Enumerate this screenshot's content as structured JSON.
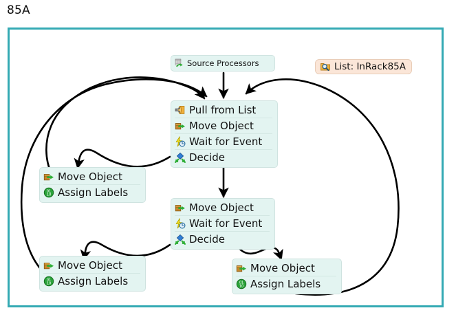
{
  "diagram": {
    "title": "85A",
    "frame_color": "#34aab4",
    "node_fill": "#e3f4f1",
    "badge_fill": "#fbe6d8",
    "edge_color": "#000000"
  },
  "badge": {
    "icon": "search-folder-icon",
    "label": "List: InRack85A"
  },
  "source": {
    "icon": "table-export-icon",
    "label": "Source Processors"
  },
  "nodes": [
    {
      "id": "pull-block",
      "rows": [
        {
          "icon": "pull-from-list-icon",
          "label": "Pull from List"
        },
        {
          "icon": "move-object-icon",
          "label": "Move Object"
        },
        {
          "icon": "wait-for-event-icon",
          "label": "Wait for Event"
        },
        {
          "icon": "decide-icon",
          "label": "Decide"
        }
      ]
    },
    {
      "id": "move-wait-decide-block",
      "rows": [
        {
          "icon": "move-object-icon",
          "label": "Move Object"
        },
        {
          "icon": "wait-for-event-icon",
          "label": "Wait for Event"
        },
        {
          "icon": "decide-icon",
          "label": "Decide"
        }
      ]
    },
    {
      "id": "assign-block-upper-left",
      "rows": [
        {
          "icon": "move-object-icon",
          "label": "Move Object"
        },
        {
          "icon": "assign-labels-icon",
          "label": "Assign Labels"
        }
      ]
    },
    {
      "id": "assign-block-lower-left",
      "rows": [
        {
          "icon": "move-object-icon",
          "label": "Move Object"
        },
        {
          "icon": "assign-labels-icon",
          "label": "Assign Labels"
        }
      ]
    },
    {
      "id": "assign-block-lower-right",
      "rows": [
        {
          "icon": "move-object-icon",
          "label": "Move Object"
        },
        {
          "icon": "assign-labels-icon",
          "label": "Assign Labels"
        }
      ]
    }
  ]
}
